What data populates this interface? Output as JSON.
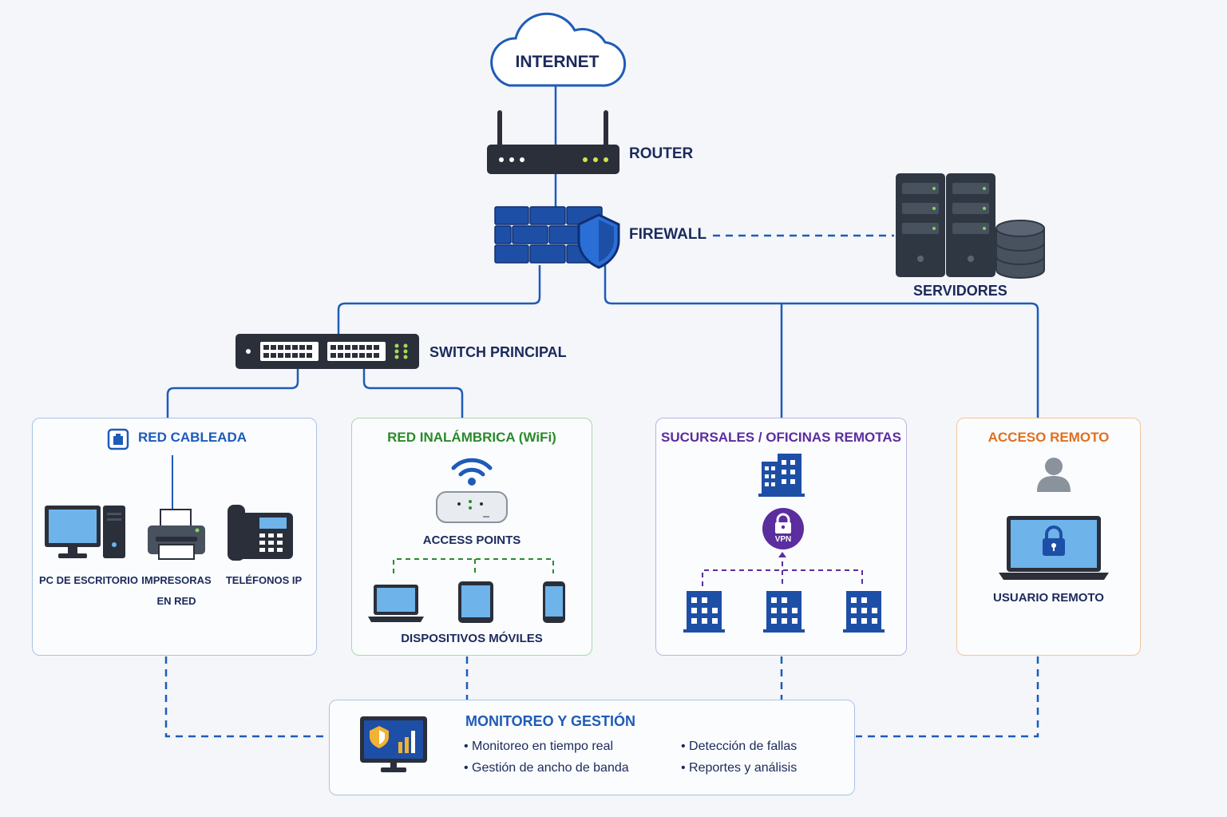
{
  "nodes": {
    "internet": "INTERNET",
    "router": "ROUTER",
    "firewall": "FIREWALL",
    "servers": "SERVIDORES",
    "switch": "SWITCH PRINCIPAL"
  },
  "wired": {
    "title": "RED CABLEADA",
    "pc": "PC DE ESCRITORIO",
    "printers_1": "IMPRESORAS",
    "printers_2": "EN RED",
    "phones": "TELÉFONOS  IP"
  },
  "wireless": {
    "title": "RED INALÁMBRICA (WiFi)",
    "access_points": "ACCESS POINTS",
    "mobile": "DISPOSITIVOS MÓVILES"
  },
  "branches": {
    "title": "SUCURSALES / OFICINAS REMOTAS",
    "vpn": "VPN"
  },
  "remote": {
    "title": "ACCESO REMOTO",
    "user": "USUARIO REMOTO"
  },
  "monitoring": {
    "title": "MONITOREO Y GESTIÓN",
    "items": [
      "• Monitoreo en tiempo real",
      "• Gestión de ancho de banda",
      "• Detección de fallas",
      "• Reportes y análisis"
    ]
  },
  "colors": {
    "navy": "#1b2a5c",
    "blue": "#1e5bb8",
    "green": "#2a8a2a",
    "purple": "#5b2d9e",
    "orange": "#e07020"
  }
}
